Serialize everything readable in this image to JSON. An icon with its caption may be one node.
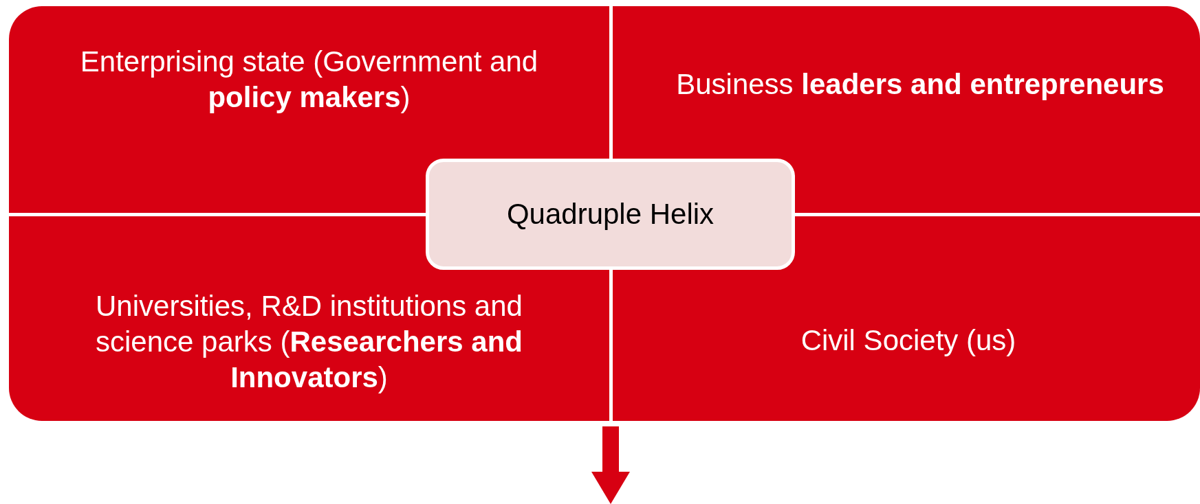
{
  "diagram": {
    "nodes": [
      {
        "text": [
          "Enterprising state (Government and **policy makers**)"
        ]
      },
      {
        "text": [
          "Business **leaders and entrepreneurs**"
        ]
      },
      {
        "text": [
          "Quadruple Helix"
        ]
      },
      {
        "text": [
          "Universities, R&D institutions and science parks (**Researchers and Innovators**)"
        ]
      },
      {
        "text": [
          "Civil Society (us)"
        ]
      }
    ]
  }
}
